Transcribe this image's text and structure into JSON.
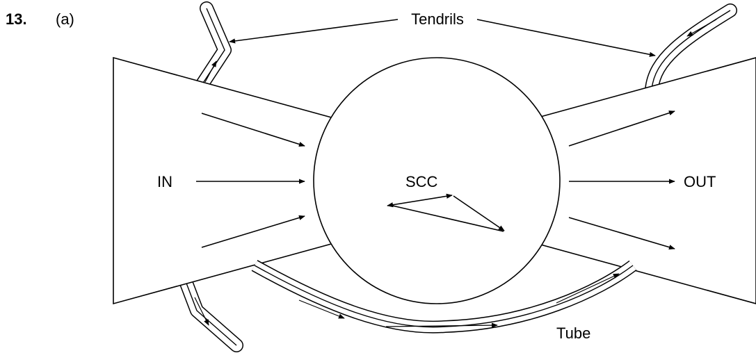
{
  "question": {
    "number": "13.",
    "part": "(a)"
  },
  "labels": {
    "tendrils": "Tendrils",
    "in": "IN",
    "out": "OUT",
    "scc": "SCC",
    "tube": "Tube"
  },
  "colors": {
    "ink": "#000000",
    "background": "#ffffff"
  }
}
